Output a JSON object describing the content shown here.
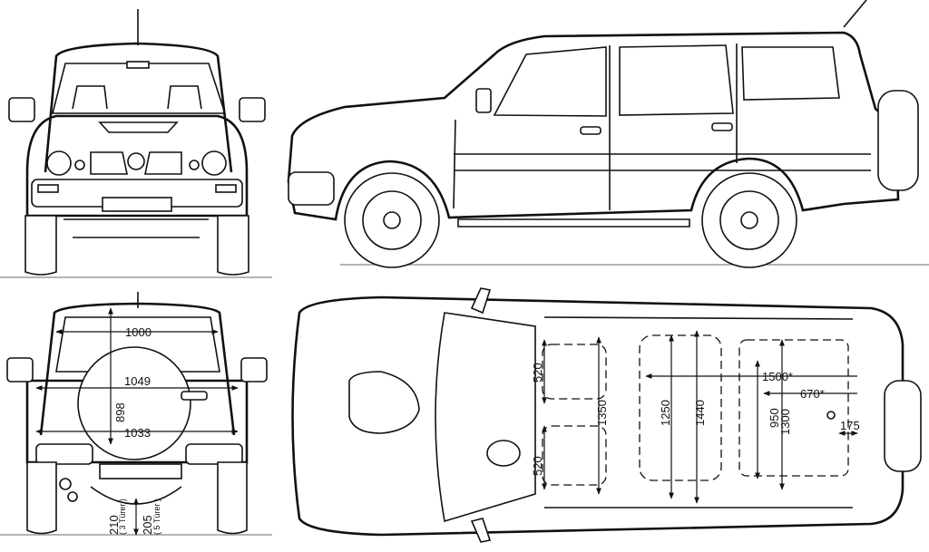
{
  "title": "Vehicle blueprint: front, side, rear and top views",
  "dimensions": {
    "rear_window_width": "1000",
    "rear_width_upper": "1049",
    "rear_opening_height": "898",
    "rear_width_lower": "1033",
    "ground_clearance_3door": "210",
    "ground_clearance_3door_note": "( 3 Türer )",
    "ground_clearance_5door": "205",
    "ground_clearance_5door_note": "( 5 Türer )",
    "front_seat_depth_top": "520",
    "front_interior_width": "1350",
    "front_seat_depth_bottom": "520",
    "rear_seat_width": "1250",
    "rear_interior_width": "1440",
    "cargo_length_max": "1500*",
    "cargo_length": "670*",
    "cargo_width_between_arches": "950",
    "cargo_width": "1300",
    "load_sill": "175"
  }
}
